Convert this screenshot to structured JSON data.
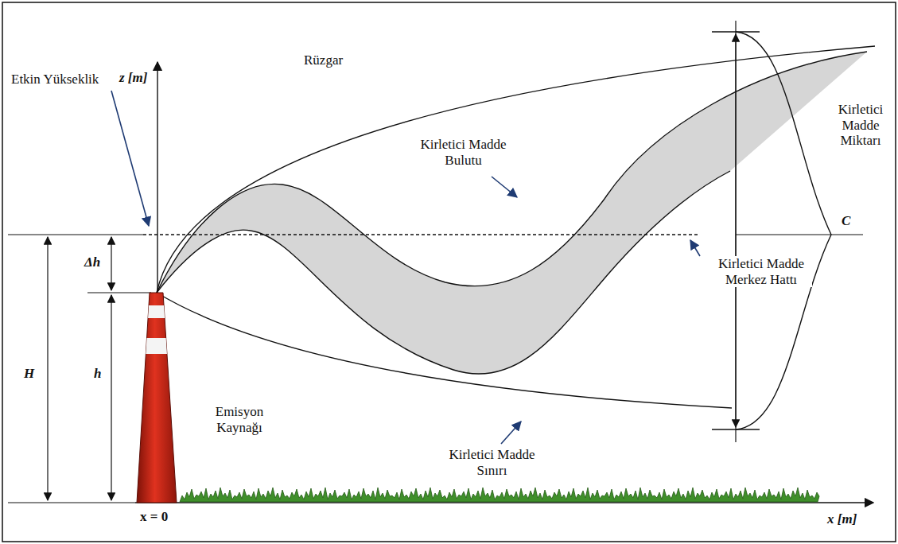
{
  "diagram": {
    "labels": [
      "z [m]",
      "Rüzgar",
      "Etkin Yükseklik",
      "Kirletici Madde Bulutu",
      "Δh",
      "H",
      "h",
      "Kirletici Madde Merkez Hattı",
      "Kirletici Madde Miktarı",
      "C",
      "Emisyon Kaynağı",
      "Kirletici Madde Sınırı",
      "x = 0",
      "x [m]"
    ]
  }
}
